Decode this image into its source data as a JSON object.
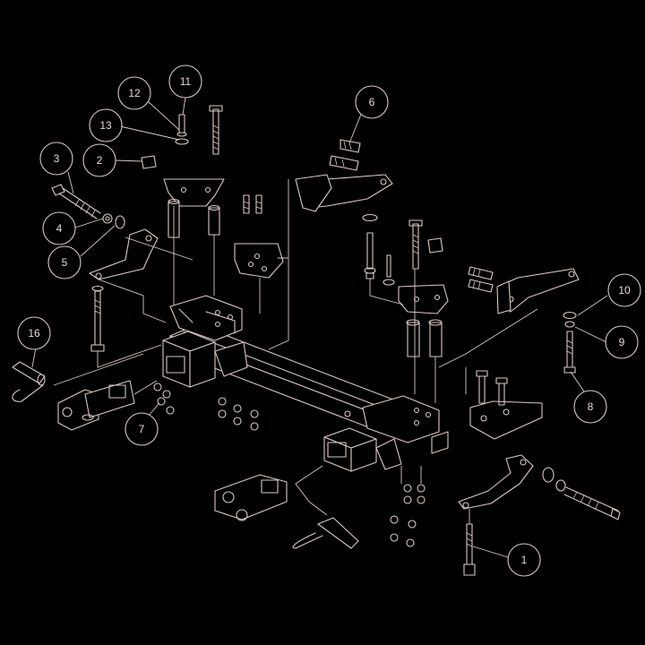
{
  "diagram": {
    "colors": {
      "background": "#000000",
      "line": "#d9c8c4",
      "text": "#e6d8d4"
    },
    "callouts": [
      {
        "id": "c1",
        "label": "1"
      },
      {
        "id": "c2",
        "label": "2"
      },
      {
        "id": "c3",
        "label": "3"
      },
      {
        "id": "c4",
        "label": "4"
      },
      {
        "id": "c5",
        "label": "5"
      },
      {
        "id": "c6",
        "label": "6"
      },
      {
        "id": "c7",
        "label": "7"
      },
      {
        "id": "c8",
        "label": "8"
      },
      {
        "id": "c9",
        "label": "9"
      },
      {
        "id": "c10",
        "label": "10"
      },
      {
        "id": "c11",
        "label": "11"
      },
      {
        "id": "c12",
        "label": "12"
      },
      {
        "id": "c13",
        "label": "13"
      },
      {
        "id": "c16",
        "label": "16"
      }
    ]
  }
}
